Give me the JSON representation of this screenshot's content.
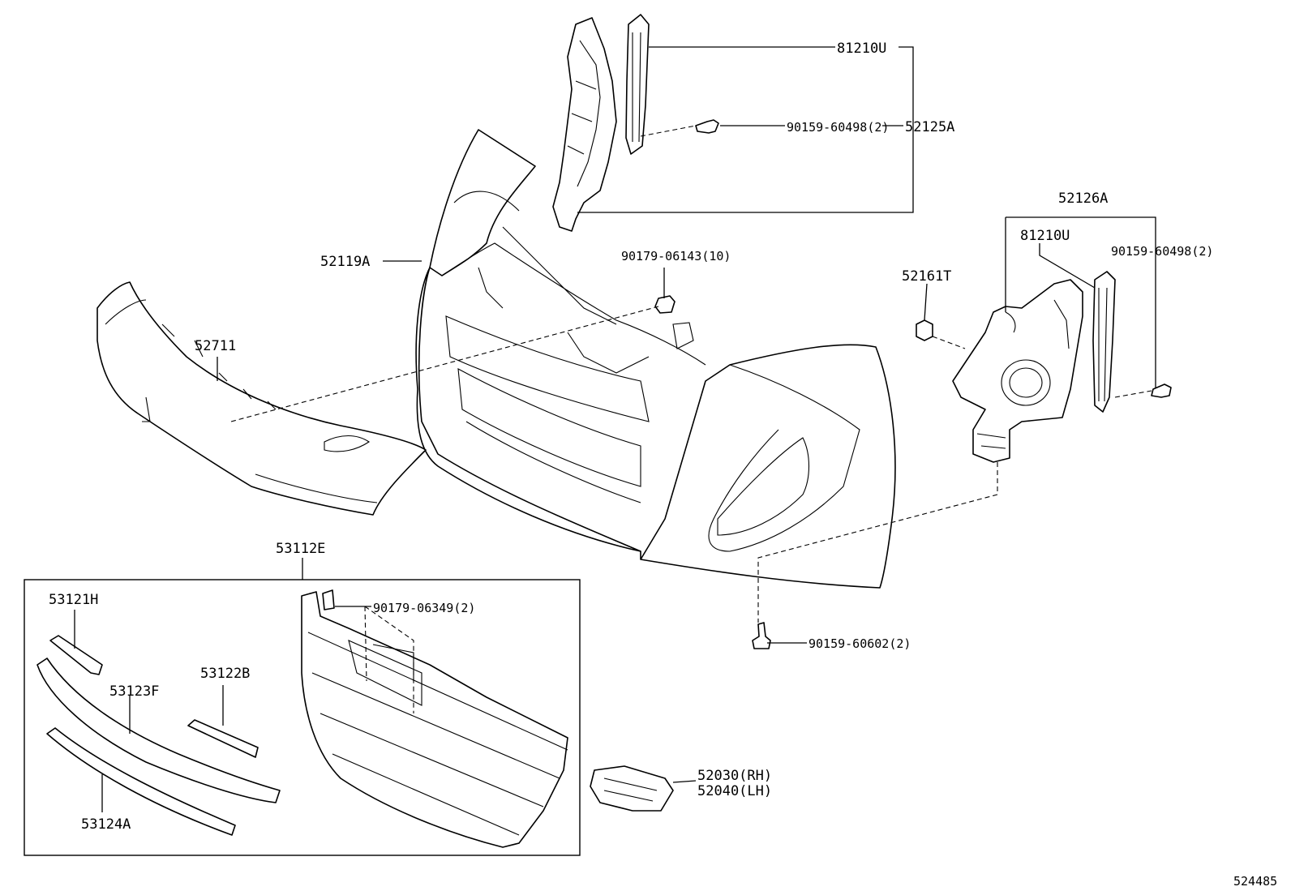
{
  "labels": {
    "l_81210U_top": "81210U",
    "l_90159_60498_top": "90159-60498(2)",
    "l_52125A": "52125A",
    "l_52126A": "52126A",
    "l_81210U_right": "81210U",
    "l_90159_60498_right": "90159-60498(2)",
    "l_52161T": "52161T",
    "l_90179_06143": "90179-06143(10)",
    "l_52119A": "52119A",
    "l_52711": "52711",
    "l_53112E": "53112E",
    "l_53121H": "53121H",
    "l_53123F": "53123F",
    "l_53122B": "53122B",
    "l_53124A": "53124A",
    "l_90179_06349": "90179-06349(2)",
    "l_90159_60602": "90159-60602(2)",
    "l_52030": "52030(RH)",
    "l_52040": "52040(LH)",
    "l_ref": "524485"
  }
}
